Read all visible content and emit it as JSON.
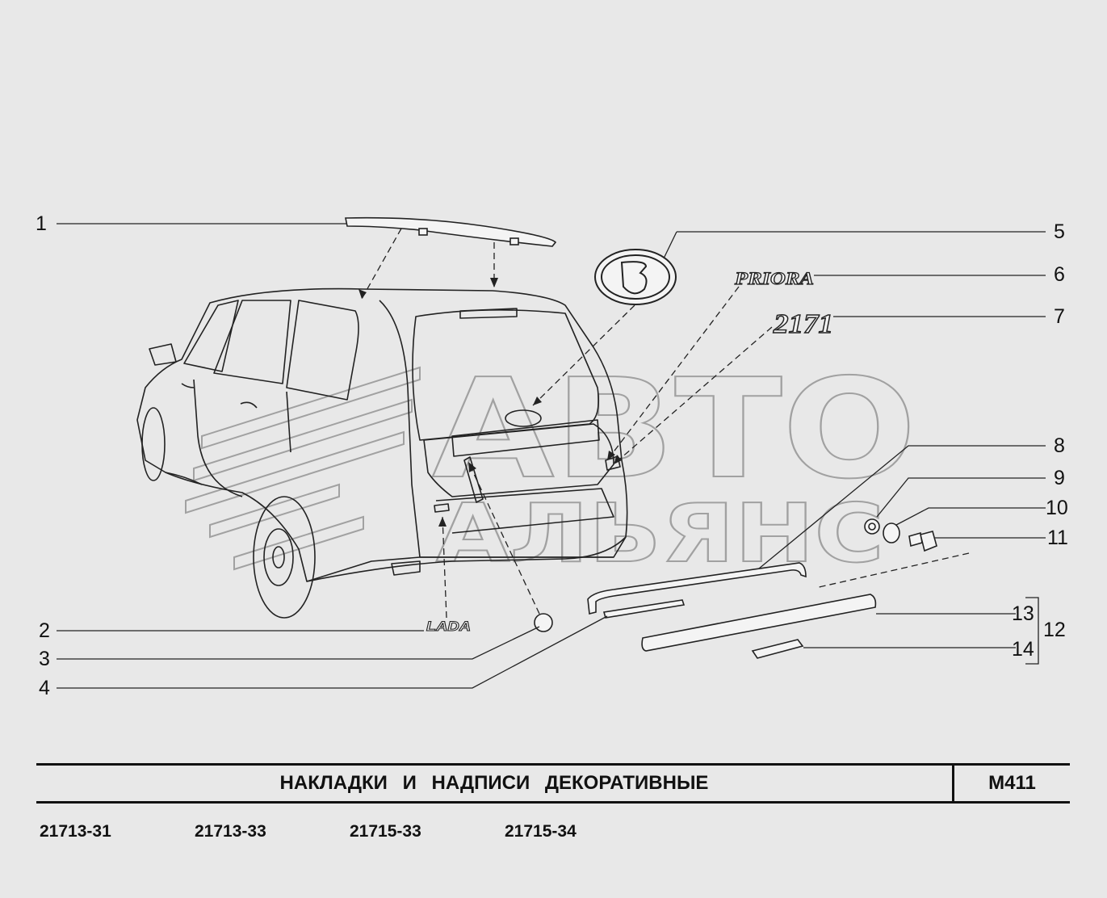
{
  "diagram": {
    "callouts": [
      "1",
      "2",
      "3",
      "4",
      "5",
      "6",
      "7",
      "8",
      "9",
      "10",
      "11",
      "12",
      "13",
      "14"
    ],
    "badges": {
      "priora": "PRIORA",
      "model_badge": "2171",
      "lada": "LADA"
    }
  },
  "watermark": {
    "line1": "АВТО",
    "line2": "АЛЬЯНС"
  },
  "footer": {
    "title": "НАКЛАДКИ И НАДПИСИ ДЕКОРАТИВНЫЕ",
    "code": "М411",
    "models": [
      "21713-31",
      "21713-33",
      "21715-33",
      "21715-34"
    ]
  }
}
